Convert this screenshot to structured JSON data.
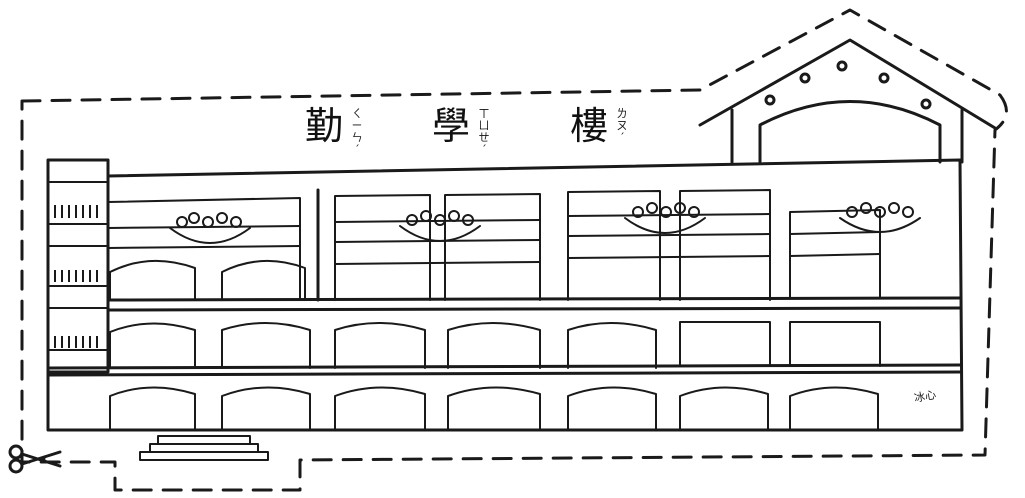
{
  "title": {
    "characters": [
      "勤",
      "學",
      "樓"
    ],
    "bopomofo": [
      "ㄑㄧㄣˊ",
      "ㄒㄩㄝˊ",
      "ㄌㄡˊ"
    ]
  },
  "signature": "冰心",
  "colors": {
    "paper": "#ffffff",
    "ink": "#1a1a1a"
  },
  "building": {
    "floors": 3,
    "roof": "gable",
    "cut_line": "dashed"
  }
}
